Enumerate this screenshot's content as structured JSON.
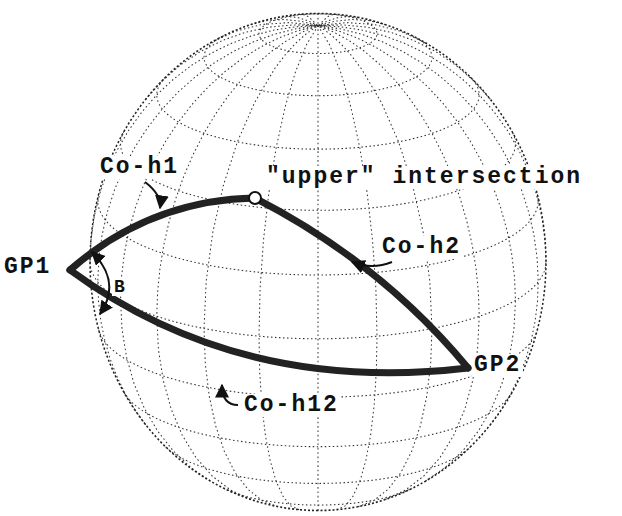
{
  "diagram": {
    "labels": [
      "Co-h1",
      "\"upper\" intersection",
      "Co-h2",
      "GP1",
      "B",
      "GP2",
      "Co-h12"
    ]
  }
}
